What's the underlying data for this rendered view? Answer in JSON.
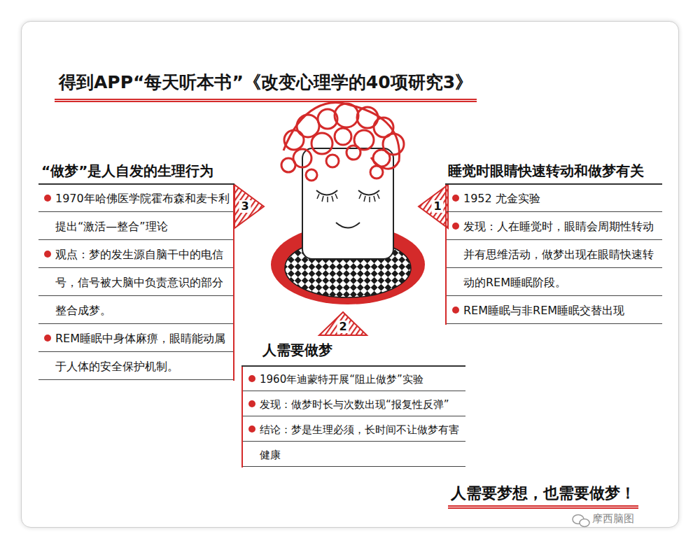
{
  "diagram": {
    "title": "得到APP“每天听本书”《改变心理学的40项研究3》",
    "nodes": [
      {
        "text": [
          "睡觉时眼睛快速转动和做梦有关",
          "1952 尤金实验",
          "发现：人在睡觉时，眼睛会周期性转动并有思维活动，做梦出现在眼睛快速转动的REM睡眠阶段。",
          "REM睡眠与非REM睡眠交替出现"
        ]
      },
      {
        "text": [
          "人需要做梦",
          "1960年迪蒙特开展“阻止做梦”实验",
          "发现：做梦时长与次数出现“报复性反弹”",
          "结论：梦是生理必须，长时间不让做梦有害健康"
        ]
      },
      {
        "text": [
          "“做梦”是人自发的生理行为",
          "1970年哈佛医学院霍布森和麦卡利提出“激活—整合”理论",
          "观点：梦的发生源自脑干中的电信号，信号被大脑中负责意识的部分整合成梦。",
          "REM睡眠中身体麻痹，眼睛能动属于人体的安全保护机制。"
        ]
      }
    ],
    "labels": [
      "1",
      "2",
      "3",
      "人需要梦想，也需要做梦！",
      "摩西脑图"
    ]
  }
}
